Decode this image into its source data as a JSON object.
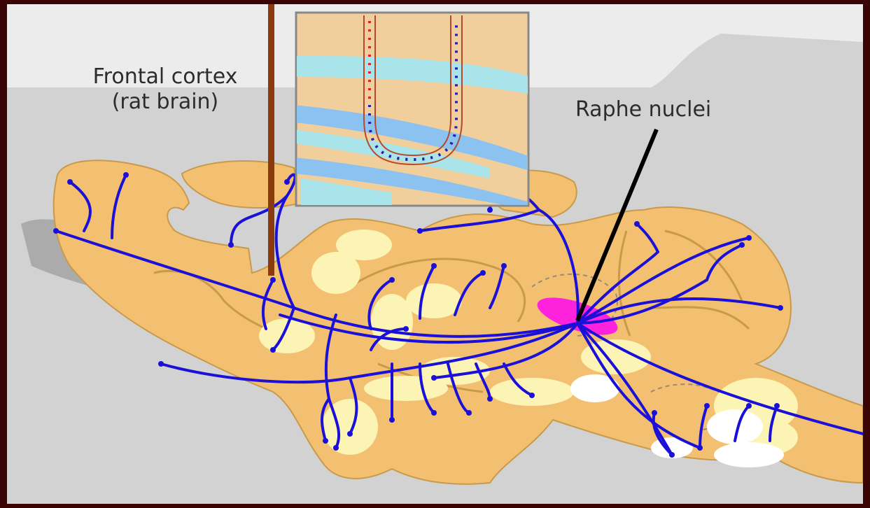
{
  "labels": {
    "frontal_cortex_line1": "Frontal cortex",
    "frontal_cortex_line2": "(rat brain)",
    "raphe_nuclei": "Raphe nuclei"
  },
  "colors": {
    "background_gray": "#cfcfcf",
    "brain_tan": "#f2c070",
    "projection_blue": "#1a10d8",
    "raphe_magenta": "#ff22dd",
    "terminal_field_yellow": "#fbf4b4",
    "electrode_brown": "#8b3a0e",
    "inset_tan": "#f0cf9c",
    "inset_cyan": "#a8e4ea",
    "inset_blue": "#8cc2ef"
  }
}
